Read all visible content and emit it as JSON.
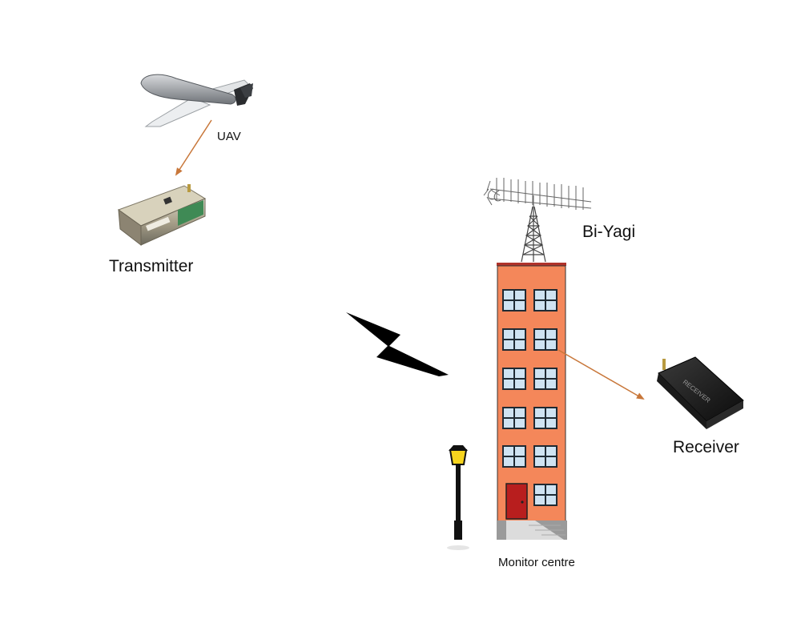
{
  "labels": {
    "uav": "UAV",
    "transmitter": "Transmitter",
    "antenna": "Bi-Yagi",
    "receiver": "Receiver",
    "building": "Monitor centre"
  },
  "device_text": {
    "receiver_case": "RECEIVER"
  },
  "colors": {
    "arrow": "#c8773a",
    "building_facade": "#f4875a",
    "building_roof": "#b0322a",
    "window_glass": "#cfe3f2",
    "door": "#b81e1e",
    "lamp_light": "#f6d41e",
    "lightning": "#000000"
  },
  "icons": [
    "uav-drone-icon",
    "transmitter-box-icon",
    "yagi-antenna-icon",
    "lattice-tower-icon",
    "lightning-bolt-icon",
    "building-icon",
    "street-lamp-icon",
    "receiver-box-icon"
  ]
}
